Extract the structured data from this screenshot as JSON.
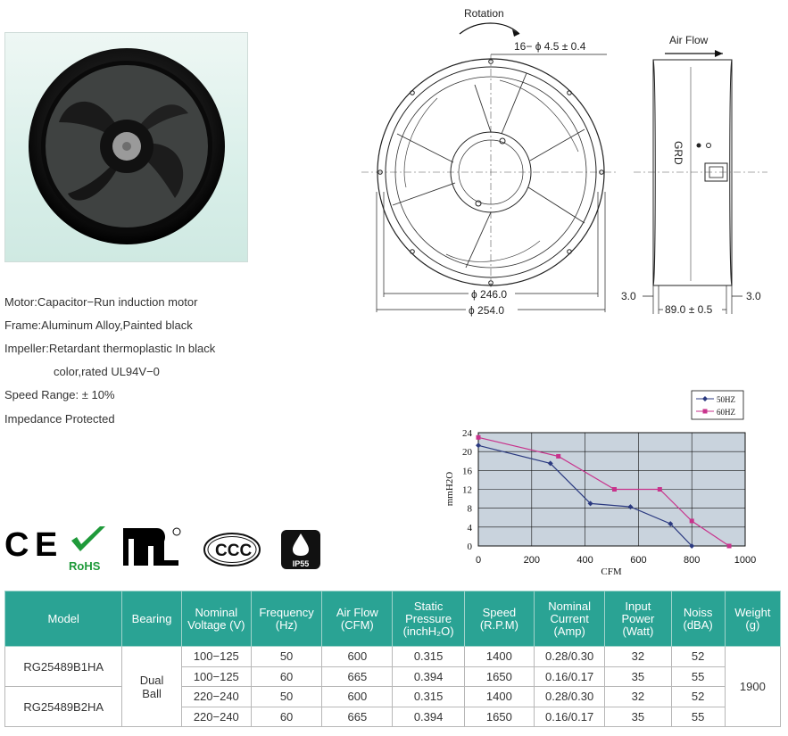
{
  "drawing": {
    "rotation_label": "Rotation",
    "holes_label": "16− ϕ 4.5 ± 0.4",
    "inner_dia_label": "ϕ 246.0",
    "outer_dia_label": "ϕ 254.0",
    "airflow_label": "Air Flow",
    "grd_label": "GRD",
    "left_margin_label": "3.0",
    "right_margin_label": "3.0",
    "depth_label": "89.0 ± 0.5"
  },
  "specs": [
    "Motor:Capacitor−Run induction motor",
    "Frame:Aluminum Alloy,Painted black",
    "Impeller:Retardant thermoplastic In black",
    "color,rated UL94V−0",
    "Speed Range: ± 10%",
    "Impedance Protected"
  ],
  "certifications": {
    "ce": "C E",
    "rohs": "RoHS",
    "ul": "R",
    "ccc": "CCC",
    "ip": "IP55"
  },
  "chart_data": {
    "type": "line",
    "ylabel": "mmH2O",
    "xlabel": "CFM",
    "xlim": [
      0,
      1000
    ],
    "ylim": [
      0,
      24
    ],
    "x_ticks": [
      "0",
      "200",
      "400",
      "600",
      "800",
      "1000"
    ],
    "y_ticks": [
      "0",
      "4",
      "8",
      "12",
      "16",
      "20",
      "24"
    ],
    "grid": true,
    "legend_position": "top-right",
    "series": [
      {
        "name": "50HZ",
        "color": "#2b3a80",
        "marker": "diamond",
        "x": [
          0,
          270,
          420,
          570,
          720,
          800
        ],
        "y": [
          21.3,
          17.5,
          9.0,
          8.3,
          4.7,
          0.0
        ]
      },
      {
        "name": "60HZ",
        "color": "#c8338c",
        "marker": "square",
        "x": [
          0,
          300,
          510,
          680,
          800,
          940
        ],
        "y": [
          23.0,
          19.0,
          12.0,
          12.0,
          5.3,
          0.0
        ]
      }
    ]
  },
  "table": {
    "headers": [
      "Model",
      "Bearing",
      "Nominal Voltage (V)",
      "Frequency (Hz)",
      "Air Flow (CFM)",
      "Static Pressure (inchH₂O)",
      "Speed (R.P.M)",
      "Nominal Current (Amp)",
      "Input Power (Watt)",
      "Noiss (dBA)",
      "Weight (g)"
    ],
    "models": [
      "RG25489B1HA",
      "RG25489B2HA"
    ],
    "bearing": "Dual Ball",
    "weight": "1900",
    "rows": [
      [
        "100−125",
        "50",
        "600",
        "0.315",
        "1400",
        "0.28/0.30",
        "32",
        "52"
      ],
      [
        "100−125",
        "60",
        "665",
        "0.394",
        "1650",
        "0.16/0.17",
        "35",
        "55"
      ],
      [
        "220−240",
        "50",
        "600",
        "0.315",
        "1400",
        "0.28/0.30",
        "32",
        "52"
      ],
      [
        "220−240",
        "60",
        "665",
        "0.394",
        "1650",
        "0.16/0.17",
        "35",
        "55"
      ]
    ]
  }
}
